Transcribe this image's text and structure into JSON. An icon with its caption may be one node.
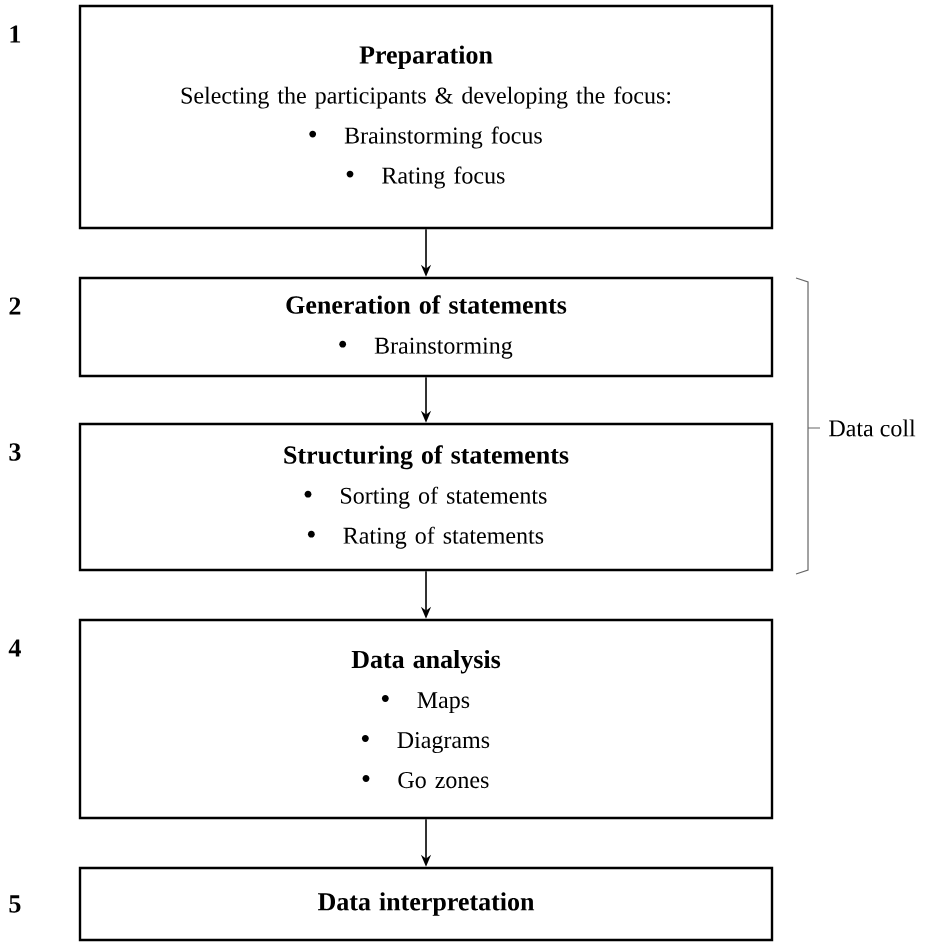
{
  "diagram": {
    "nodes": [
      {
        "text": [
          "Preparation",
          "Selecting the participants & developing the focus:",
          "Brainstorming focus",
          "Rating focus"
        ],
        "beside": [
          "1"
        ]
      },
      {
        "text": [
          "Generation of statements",
          "Brainstorming"
        ],
        "beside": [
          "2"
        ]
      },
      {
        "text": [
          "Structuring of statements",
          "Sorting of statements",
          "Rating of statements"
        ],
        "beside": [
          "3"
        ]
      },
      {
        "text": [
          "Data analysis",
          "Maps",
          "Diagrams",
          "Go zones"
        ],
        "beside": [
          "4"
        ]
      },
      {
        "text": [
          "Data interpretation"
        ],
        "beside": [
          "5"
        ]
      }
    ],
    "edges": [
      {
        "from": 0,
        "to": 1,
        "arrow": "to"
      },
      {
        "from": 1,
        "to": 2,
        "arrow": "to"
      },
      {
        "from": 2,
        "to": 3,
        "arrow": "to"
      },
      {
        "from": 3,
        "to": 4,
        "arrow": "to"
      }
    ],
    "labels": [
      "Data coll"
    ]
  }
}
